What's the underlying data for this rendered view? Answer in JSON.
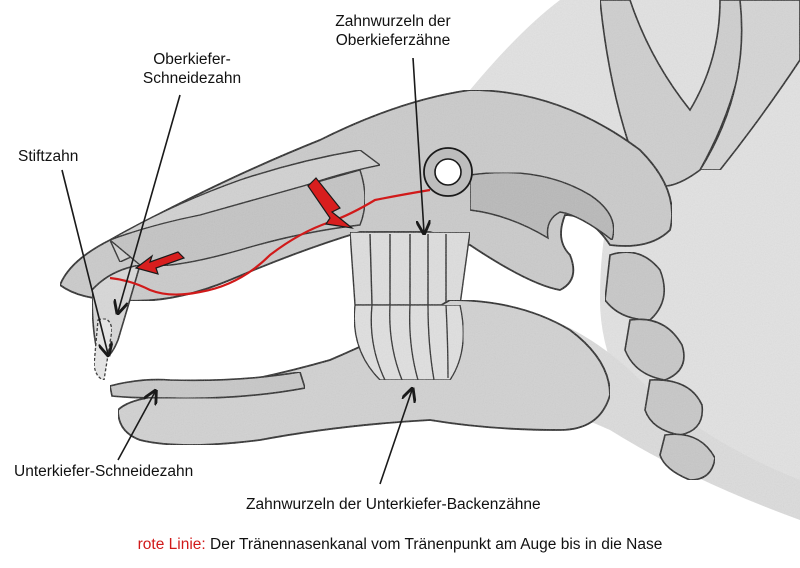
{
  "labels": {
    "upper_roots": [
      "Zahnwurzeln der",
      "Oberkieferzähne"
    ],
    "upper_incisor": [
      "Oberkiefer-",
      "Schneidezahn"
    ],
    "peg_tooth": "Stiftzahn",
    "lower_incisor": "Unterkiefer-Schneidezahn",
    "lower_roots": "Zahnwurzeln der Unterkiefer-Backenzähne"
  },
  "caption": {
    "key": "rote Linie:",
    "text": "Der Tränennasenkanal vom Tränenpunkt am Auge bis in die Nase"
  },
  "colors": {
    "bone": "#cfcfcf",
    "bone_dark": "#b9b9b9",
    "outline": "#1a1a1a",
    "red_line": "#d11a1a",
    "arrow_red": "#d81e1e"
  },
  "icons": {
    "eye": "orbit-ring",
    "marker": "red-arrow"
  }
}
